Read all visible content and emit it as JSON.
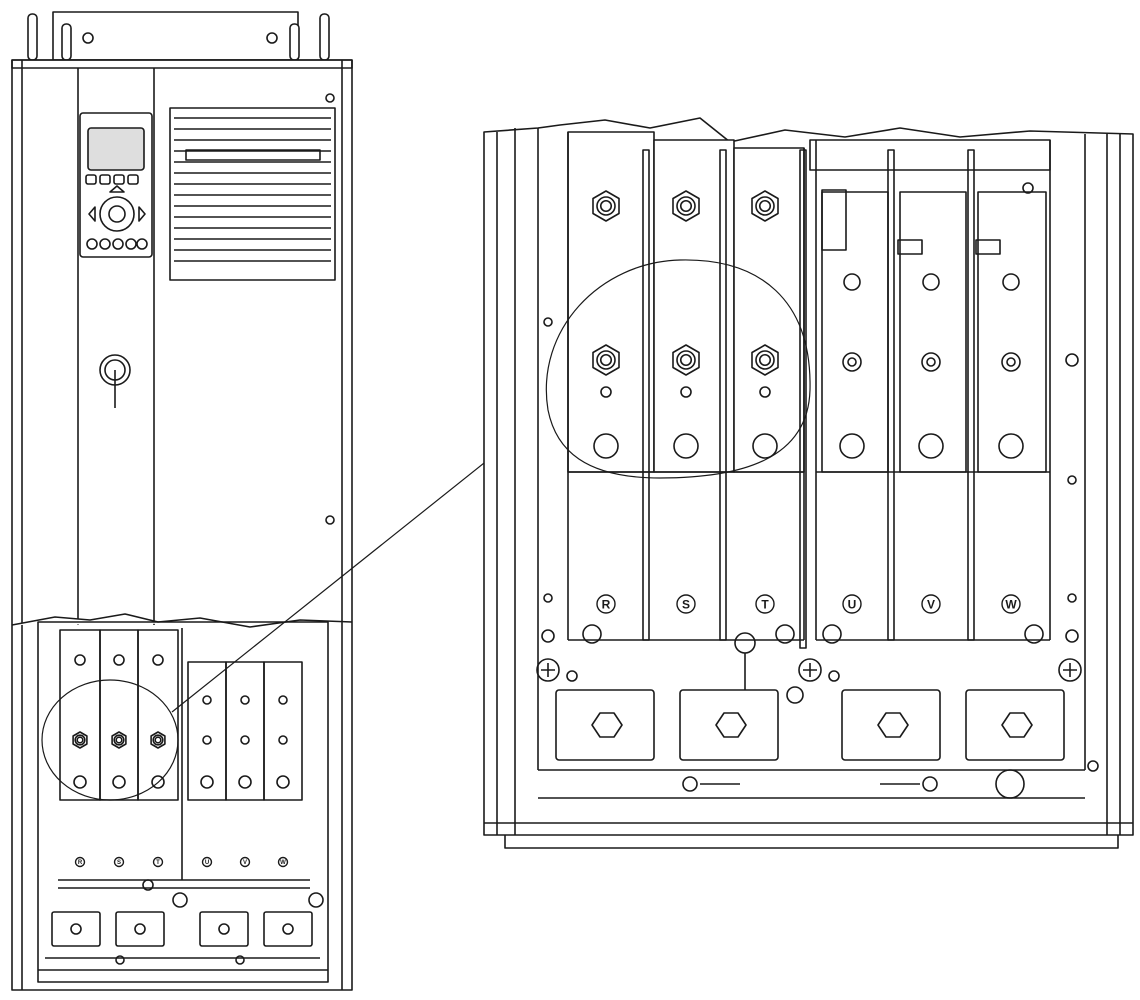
{
  "terminals": {
    "mains": [
      "R",
      "S",
      "T"
    ],
    "motor": [
      "U",
      "V",
      "W"
    ]
  },
  "colors": {
    "line": "#1a1a1a",
    "panel": "#ffffff",
    "panel_shade": "#f2f2f2",
    "display": "#dedede"
  }
}
